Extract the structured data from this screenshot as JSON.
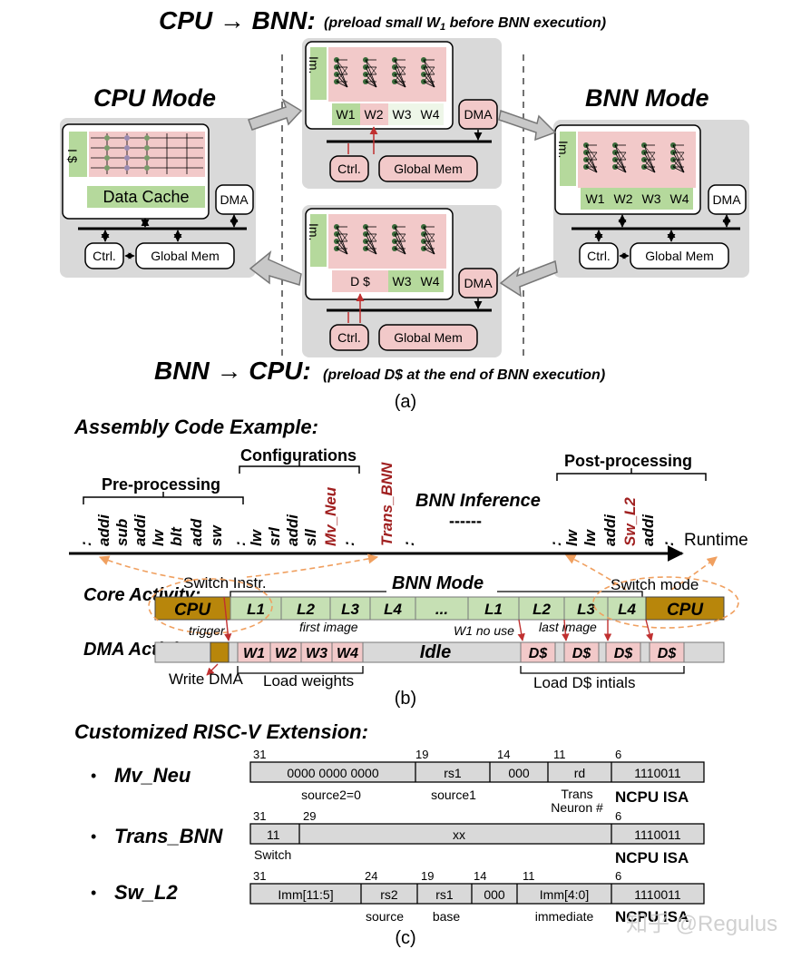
{
  "part_a": {
    "cpu_to_bnn_title": "CPU → BNN:",
    "cpu_to_bnn_note_pre": "(preload small W",
    "cpu_to_bnn_note_sub": "1",
    "cpu_to_bnn_note_post": " before BNN execution)",
    "bnn_to_cpu_title": "BNN → CPU:",
    "bnn_to_cpu_note": "(preload D$ at the end of BNN execution)",
    "cpu_mode_title": "CPU Mode",
    "bnn_mode_title": "BNN Mode",
    "cpu_icache": "I $",
    "cpu_data_cache": "Data Cache",
    "dma": "DMA",
    "ctrl": "Ctrl.",
    "global_mem": "Global Mem",
    "im": "Im.",
    "w1": "W1",
    "w2": "W2",
    "w3": "W3",
    "w4": "W4",
    "dcache_short": "D $",
    "caption": "(a)"
  },
  "part_b": {
    "title": "Assembly Code Example:",
    "preprocessing": "Pre-processing",
    "configurations": "Configurations",
    "bnn_inference": "BNN Inference",
    "post_processing": "Post-processing",
    "runtime": "Runtime",
    "switch_instr": "Switch Instr.",
    "switch_mode": "Switch mode",
    "bnn_mode": "BNN Mode",
    "core_activity": "Core Activity:",
    "dma_activity": "DMA Activity:",
    "cpu": "CPU",
    "trigger": "trigger",
    "first_image": "first image",
    "w1_no_use": "W1 no use",
    "last_image": "last image",
    "idle": "Idle",
    "write_dma": "Write DMA",
    "load_weights": "Load weights",
    "load_dcache": "Load D$ intials",
    "dcache": "D$",
    "dots": "...",
    "dashes": "------",
    "caption": "(b)",
    "instr_pre": [
      ":",
      "addi",
      "sub",
      "addi",
      "lw",
      "blt",
      "add",
      "sw"
    ],
    "instr_cfg": [
      ":",
      "lw",
      "srl",
      "addi",
      "sll",
      "Mv_Neu",
      ":"
    ],
    "instr_trans": "Trans_BNN",
    "instr_trans_dots": ":",
    "instr_post": [
      ":",
      "lw",
      "lw",
      "addi",
      "Sw_L2",
      "addi",
      ":"
    ],
    "core_cells_1": [
      "L1",
      "L2",
      "L3",
      "L4",
      "...",
      "L1",
      "L2",
      "L3",
      "L4"
    ],
    "dma_weights": [
      "W1",
      "W2",
      "W3",
      "W4"
    ]
  },
  "part_c": {
    "title": "Customized RISC-V Extension:",
    "bullet": "•",
    "caption": "(c)",
    "watermark": "知乎 @Regulus",
    "rows": [
      {
        "name": "Mv_Neu",
        "bits": [
          "31",
          "19",
          "14",
          "11",
          "6"
        ],
        "fields": [
          "0000 0000 0000",
          "rs1",
          "000",
          "rd",
          "1110011"
        ],
        "notes": [
          "source2=0",
          "source1",
          "Trans",
          "Neuron #",
          "NCPU ISA"
        ]
      },
      {
        "name": "Trans_BNN",
        "bits": [
          "31",
          "29",
          "6"
        ],
        "fields": [
          "11",
          "xx",
          "1110011"
        ],
        "notes": [
          "Switch",
          "NCPU ISA"
        ]
      },
      {
        "name": "Sw_L2",
        "bits": [
          "31",
          "24",
          "19",
          "14",
          "11",
          "6"
        ],
        "fields": [
          "Imm[11:5]",
          "rs2",
          "rs1",
          "000",
          "Imm[4:0]",
          "1110011"
        ],
        "notes": [
          "source",
          "base",
          "immediate",
          "NCPU ISA"
        ]
      }
    ]
  },
  "colors": {
    "panel_gray": "#d9d9d9",
    "pink": "#f2c9c9",
    "green": "#b5d99c",
    "light_green": "#d4e8c2",
    "gold": "#b8860b",
    "dark_red": "#a02020",
    "orange_dash": "#f0a060"
  }
}
